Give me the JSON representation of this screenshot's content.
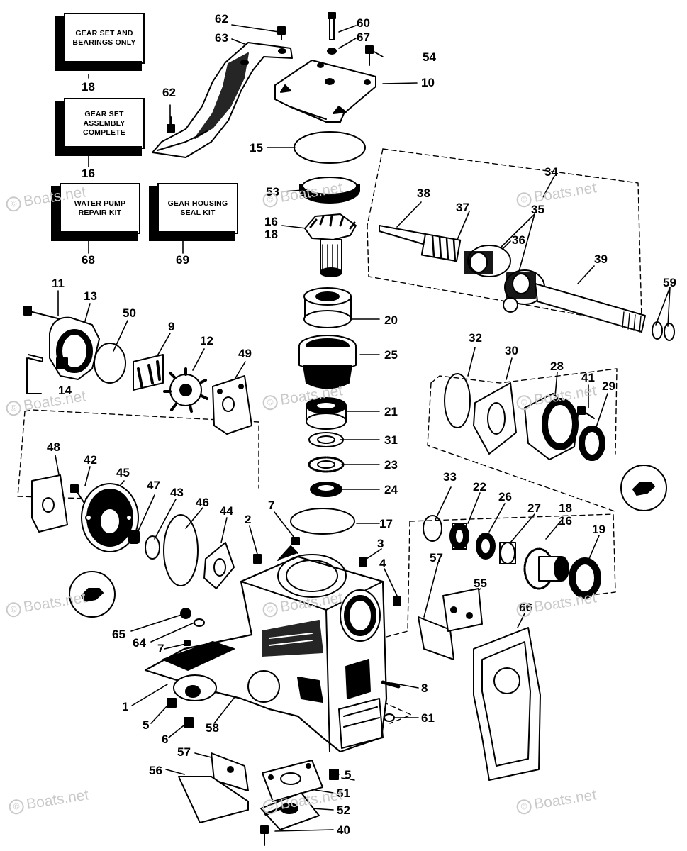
{
  "kits": [
    {
      "id": "18",
      "label": "GEAR SET AND BEARINGS ONLY",
      "lines": [
        "GEAR SET",
        "AND BEARINGS",
        "ONLY"
      ]
    },
    {
      "id": "16",
      "label": "GEAR SET ASSEMBLY COMPLETE",
      "lines": [
        "GEAR SET",
        "ASSEMBLY",
        "COMPLETE"
      ]
    },
    {
      "id": "68",
      "label": "WATER PUMP REPAIR KIT",
      "lines": [
        "WATER PUMP",
        "REPAIR KIT"
      ]
    },
    {
      "id": "69",
      "label": "GEAR HOUSING SEAL KIT",
      "lines": [
        "GEAR HOUSING",
        "SEAL KIT"
      ]
    }
  ],
  "callouts": [
    "62",
    "60",
    "67",
    "63",
    "54",
    "10",
    "62",
    "15",
    "53",
    "16",
    "18",
    "34",
    "38",
    "37",
    "35",
    "36",
    "39",
    "59",
    "11",
    "13",
    "50",
    "9",
    "12",
    "49",
    "20",
    "25",
    "32",
    "30",
    "28",
    "41",
    "29",
    "21",
    "14",
    "31",
    "23",
    "48",
    "42",
    "45",
    "47",
    "43",
    "46",
    "44",
    "24",
    "7",
    "17",
    "2",
    "33",
    "22",
    "26",
    "27",
    "18",
    "16",
    "19",
    "3",
    "4",
    "57",
    "55",
    "66",
    "65",
    "64",
    "7",
    "8",
    "1",
    "5",
    "6",
    "58",
    "61",
    "57",
    "56",
    "5",
    "51",
    "52",
    "40"
  ],
  "watermark": "Boats.net",
  "watermark_symbol": "©"
}
